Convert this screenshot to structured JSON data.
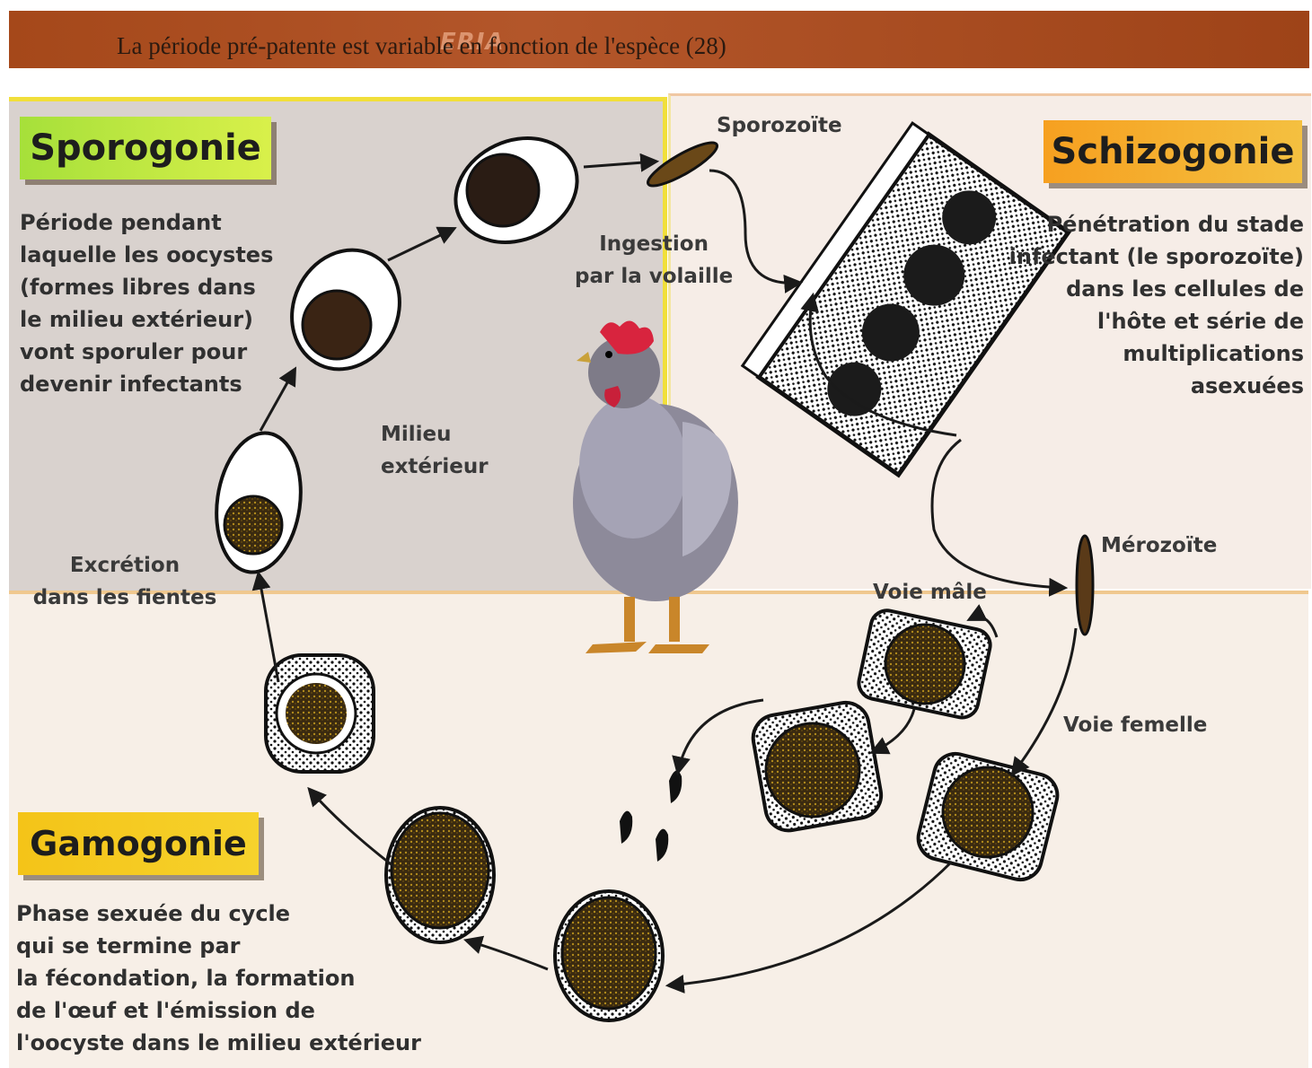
{
  "banner": {
    "title": "La période pré-patente est variable en fonction de l'espèce (28)",
    "ghost_text": "ERIA",
    "color": "#a5481a"
  },
  "sections": {
    "sporogonie": {
      "title": "Sporogonie",
      "text": "Période pendant\nlaquelle les oocystes\n(formes libres dans\nle milieu extérieur)\nvont sporuler pour\ndevenir infectants",
      "color": "#a6e03a"
    },
    "schizogonie": {
      "title": "Schizogonie",
      "text": "Pénétration du stade\ninfectant (le sporozoïte)\ndans les cellules de\nl'hôte et série de\nmultiplications\nasexuées",
      "color": "#f6a020"
    },
    "gamogonie": {
      "title": "Gamogonie",
      "text": "Phase sexuée du cycle\nqui se termine par\nla fécondation, la formation\nde l'œuf et l'émission de\nl'oocyste dans le milieu extérieur",
      "color": "#f4c418"
    }
  },
  "labels": {
    "sporozoite": "Sporozoïte",
    "ingestion": "Ingestion\npar la volaille",
    "milieu": "Milieu\nextérieur",
    "excretion": "Excrétion\ndans les fientes",
    "merozoite": "Mérozoïte",
    "voie_male": "Voie mâle",
    "voie_femelle": "Voie femelle"
  },
  "icons": {
    "hen": "hen-icon",
    "oocyst": "oocyst-icon",
    "cell": "cell-icon"
  }
}
